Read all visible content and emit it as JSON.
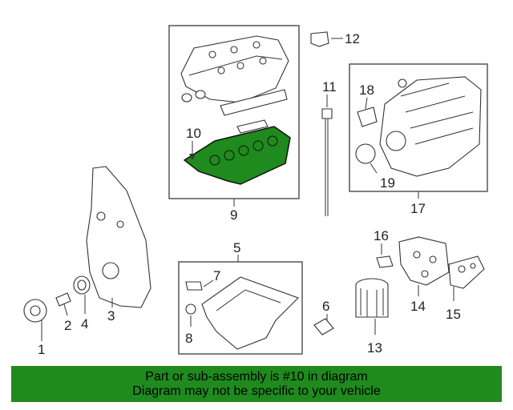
{
  "callouts": {
    "n1": "1",
    "n2": "2",
    "n3": "3",
    "n4": "4",
    "n5": "5",
    "n6": "6",
    "n7": "7",
    "n8": "8",
    "n9": "9",
    "n10": "10",
    "n11": "11",
    "n12": "12",
    "n13": "13",
    "n14": "14",
    "n15": "15",
    "n16": "16",
    "n17": "17",
    "n18": "18",
    "n19": "19"
  },
  "highlight_part": "10",
  "colors": {
    "highlight": "#1f8a1d",
    "banner": "#1f8a1d",
    "line": "#333333"
  },
  "banner": {
    "line1": "Part or sub-assembly is #10 in diagram",
    "line2": "Diagram may not be specific to your vehicle"
  }
}
